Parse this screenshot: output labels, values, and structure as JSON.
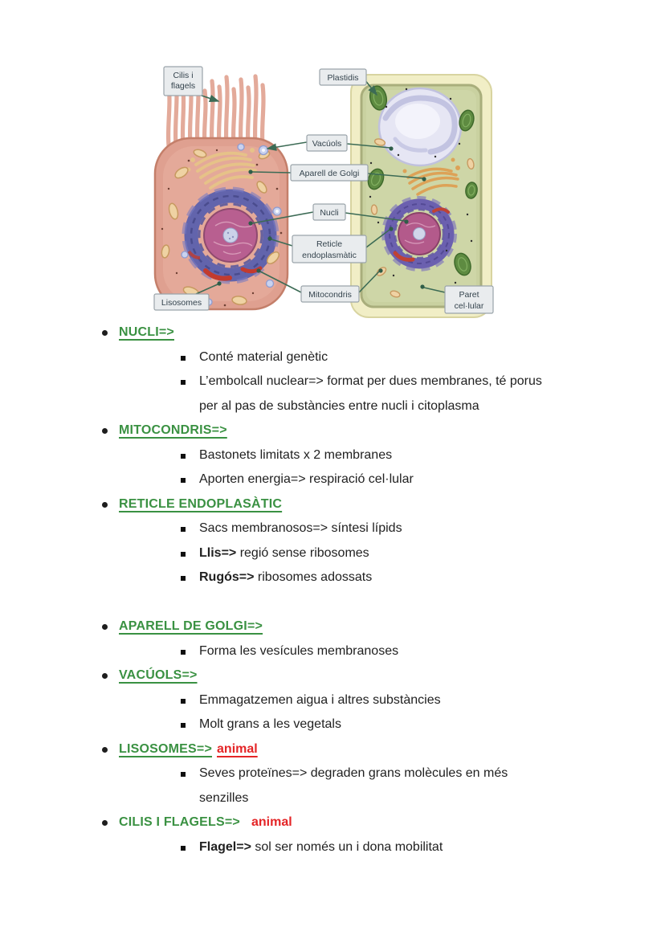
{
  "diagram": {
    "labels": {
      "cilis": {
        "lines": [
          "Cilis i",
          "flagels"
        ]
      },
      "plastidis": {
        "lines": [
          "Plastidis"
        ]
      },
      "vacuols": {
        "lines": [
          "Vacúols"
        ]
      },
      "golgi": {
        "lines": [
          "Aparell de Golgi"
        ]
      },
      "nucli": {
        "lines": [
          "Nucli"
        ]
      },
      "reticle": {
        "lines": [
          "Reticle",
          "endoplasmàtic"
        ]
      },
      "mitocondris": {
        "lines": [
          "Mitocondris"
        ]
      },
      "lisosomes": {
        "lines": [
          "Lisosomes"
        ]
      },
      "paret": {
        "lines": [
          "Paret",
          "cel·lular"
        ]
      }
    }
  },
  "notes": {
    "sections": [
      {
        "heading": "NUCLI=>",
        "suffix": "",
        "items": [
          {
            "lead": "",
            "lines": [
              "Conté material genètic"
            ]
          },
          {
            "lead": "",
            "lines": [
              "L’embolcall nuclear=> format per dues membranes, té porus",
              "per al pas de substàncies entre nucli i citoplasma"
            ]
          }
        ]
      },
      {
        "heading": "MITOCONDRIS=>",
        "suffix": "",
        "items": [
          {
            "lead": "",
            "lines": [
              "Bastonets limitats x 2 membranes"
            ]
          },
          {
            "lead": "",
            "lines": [
              "Aporten energia=> respiració cel·lular"
            ]
          }
        ]
      },
      {
        "heading": "RETICLE ENDOPLASÀTIC",
        "suffix": "",
        "items": [
          {
            "lead": "",
            "lines": [
              "Sacs membranosos=> síntesi lípids"
            ]
          },
          {
            "lead": "Llis=>",
            "lines": [
              " regió sense ribosomes"
            ]
          },
          {
            "lead": "Rugós=>",
            "lines": [
              " ribosomes adossats"
            ]
          }
        ]
      },
      {
        "heading": "APARELL DE GOLGI=>",
        "suffix": "",
        "items": [
          {
            "lead": "",
            "lines": [
              "Forma les vesícules membranoses"
            ]
          }
        ]
      },
      {
        "heading": "VACÚOLS=>",
        "suffix": "",
        "items": [
          {
            "lead": "",
            "lines": [
              "Emmagatzemen aigua i altres substàncies"
            ]
          },
          {
            "lead": "",
            "lines": [
              "Molt grans a les vegetals"
            ]
          }
        ]
      },
      {
        "heading": "LISOSOMES=>",
        "suffix": "animal",
        "items": [
          {
            "lead": "",
            "lines": [
              "Seves proteïnes=> degraden grans molècules en més",
              "senzilles"
            ]
          }
        ]
      },
      {
        "heading": "CILIS I FLAGELS=>",
        "suffix": "animal",
        "items": [
          {
            "lead": "Flagel=>",
            "lines": [
              " sol ser només un i dona mobilitat"
            ]
          }
        ]
      }
    ]
  },
  "colors": {
    "heading_green": "#3a9142",
    "accent_red": "#e42527",
    "connector_green": "#3c6b55",
    "label_box_bg": "#e9ecee",
    "animal_cell": "#dfa090",
    "plant_wall": "#f1eec6"
  }
}
